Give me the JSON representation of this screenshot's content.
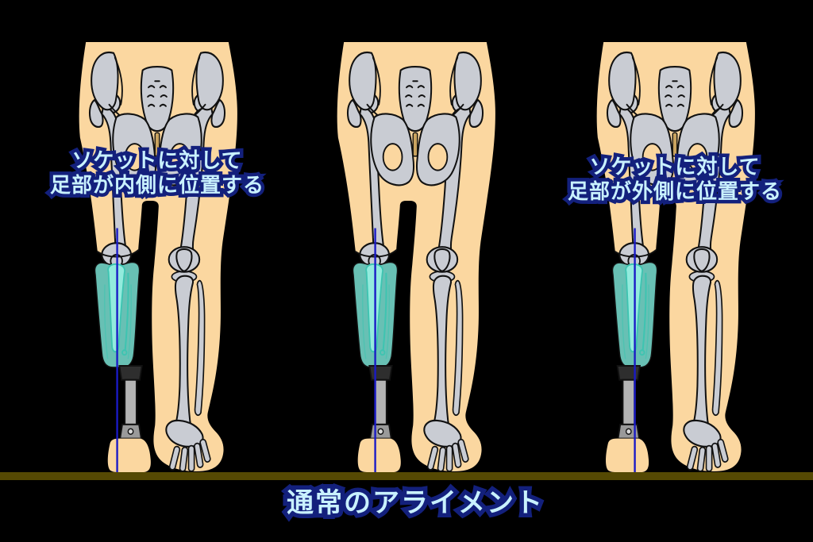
{
  "title": {
    "text": "通常のアライメント"
  },
  "figures": [
    {
      "position": "left",
      "caption_line1": "ソケットに対して",
      "caption_line2": "足部が内側に位置する",
      "foot_offset_svg_units": 11
    },
    {
      "position": "center",
      "caption_line1": "",
      "caption_line2": "",
      "foot_offset_svg_units": 0
    },
    {
      "position": "right",
      "caption_line1": "ソケットに対して",
      "caption_line2": "足部が外側に位置する",
      "foot_offset_svg_units": -16
    }
  ],
  "colors": {
    "background": "#000000",
    "skin": "#FBD7A0",
    "bone": "#C9CCD3",
    "bone_outline": "#111111",
    "socket": "#7CE5D6",
    "socket_bone": "#93EBDD",
    "socket_line": "#3EC4B1",
    "pylon": "#B3B3B3",
    "adapter": "#2E2E2E",
    "ankle_block": "#9A9A9A",
    "ground": "#554903",
    "alignment_line": "#1A1AC6",
    "text_fill": "#C9F1FF",
    "text_outline": "#13207C",
    "symphysis": "#C9A35F"
  }
}
